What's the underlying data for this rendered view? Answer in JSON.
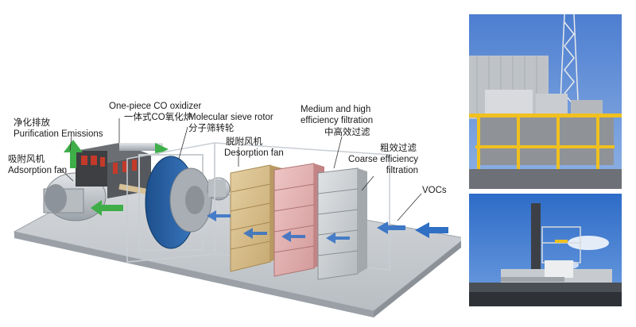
{
  "diagram": {
    "labels": {
      "co_oxidizer_en": "One-piece CO oxidizer",
      "co_oxidizer_cn": "一体式CO氧化炉",
      "sieve_rotor_en": "Molecular sieve rotor",
      "sieve_rotor_cn": "分子筛转轮",
      "medium_high_en_1": "Medium and high",
      "medium_high_en_2": "efficiency filtration",
      "medium_high_cn": "中高效过滤",
      "purification_cn": "净化排放",
      "purification_en": "Purification Emissions",
      "desorption_cn": "脱附风机",
      "desorption_en": "Desorption fan",
      "coarse_cn": "粗效过滤",
      "coarse_en_1": "Coarse efficiency",
      "coarse_en_2": "filtration",
      "adsorption_cn": "吸附风机",
      "adsorption_en": "Adsorption fan",
      "vocs": "VOCs"
    },
    "colors": {
      "flow_blue": "#2f6fc4",
      "clean_green": "#3fae49",
      "frame": "#c9ced3",
      "filter_tan": "#d8c08f",
      "filter_pink": "#e7b7b7",
      "filter_grey": "#cfd3d6"
    }
  },
  "photos": [
    {
      "subject": "rooftop-plant-with-stack"
    },
    {
      "subject": "plant-under-blue-sky"
    }
  ]
}
